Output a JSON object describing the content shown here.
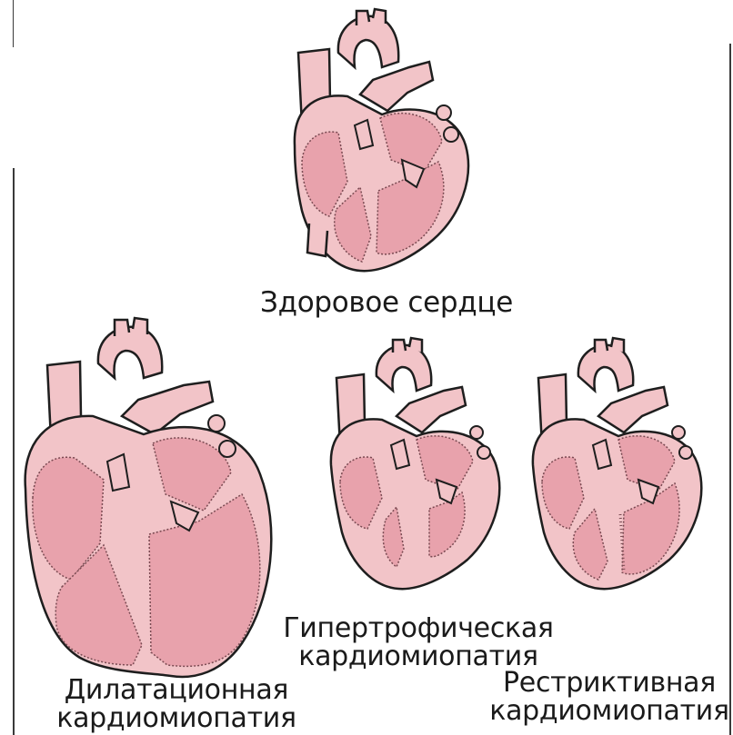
{
  "diagram": {
    "colors": {
      "tissue": "#f2c4c8",
      "chamber": "#e8a2ac",
      "outline": "#1e1e1e",
      "stipple": "#7a4a52"
    },
    "hearts": [
      {
        "id": "healthy",
        "label_lines": [
          "Здоровое сердце"
        ],
        "wall": "normal"
      },
      {
        "id": "dilated",
        "label_lines": [
          "Дилатационная",
          "кардиомиопатия"
        ],
        "wall": "thin"
      },
      {
        "id": "hypertrophic",
        "label_lines": [
          "Гипертрофическая",
          "кардиомиопатия"
        ],
        "wall": "thick"
      },
      {
        "id": "restrictive",
        "label_lines": [
          "Рестриктивная",
          "кардиомиопатия"
        ],
        "wall": "stiff"
      }
    ]
  }
}
